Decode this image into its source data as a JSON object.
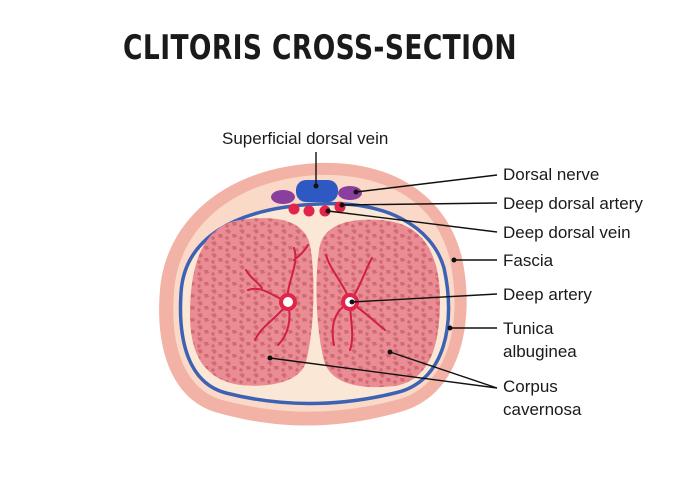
{
  "title": "CLITORIS CROSS-SECTION",
  "labels": {
    "superficial_dorsal_vein": "Superficial dorsal vein",
    "dorsal_nerve": "Dorsal nerve",
    "deep_dorsal_artery": "Deep dorsal artery",
    "deep_dorsal_vein": "Deep dorsal vein",
    "fascia": "Fascia",
    "deep_artery": "Deep artery",
    "tunica_line1": "Tunica",
    "tunica_line2": "albuginea",
    "corpus_line1": "Corpus",
    "corpus_line2": "cavernosa"
  },
  "colors": {
    "skin": "#f3b2a6",
    "fascia_fill": "#fbd9c8",
    "tunica": "#3d62b3",
    "inner": "#fbe7d6",
    "corpus": "#e9868e",
    "artery": "#e0244a",
    "nerve": "#8b3f9c",
    "vein": "#2e59c2"
  }
}
